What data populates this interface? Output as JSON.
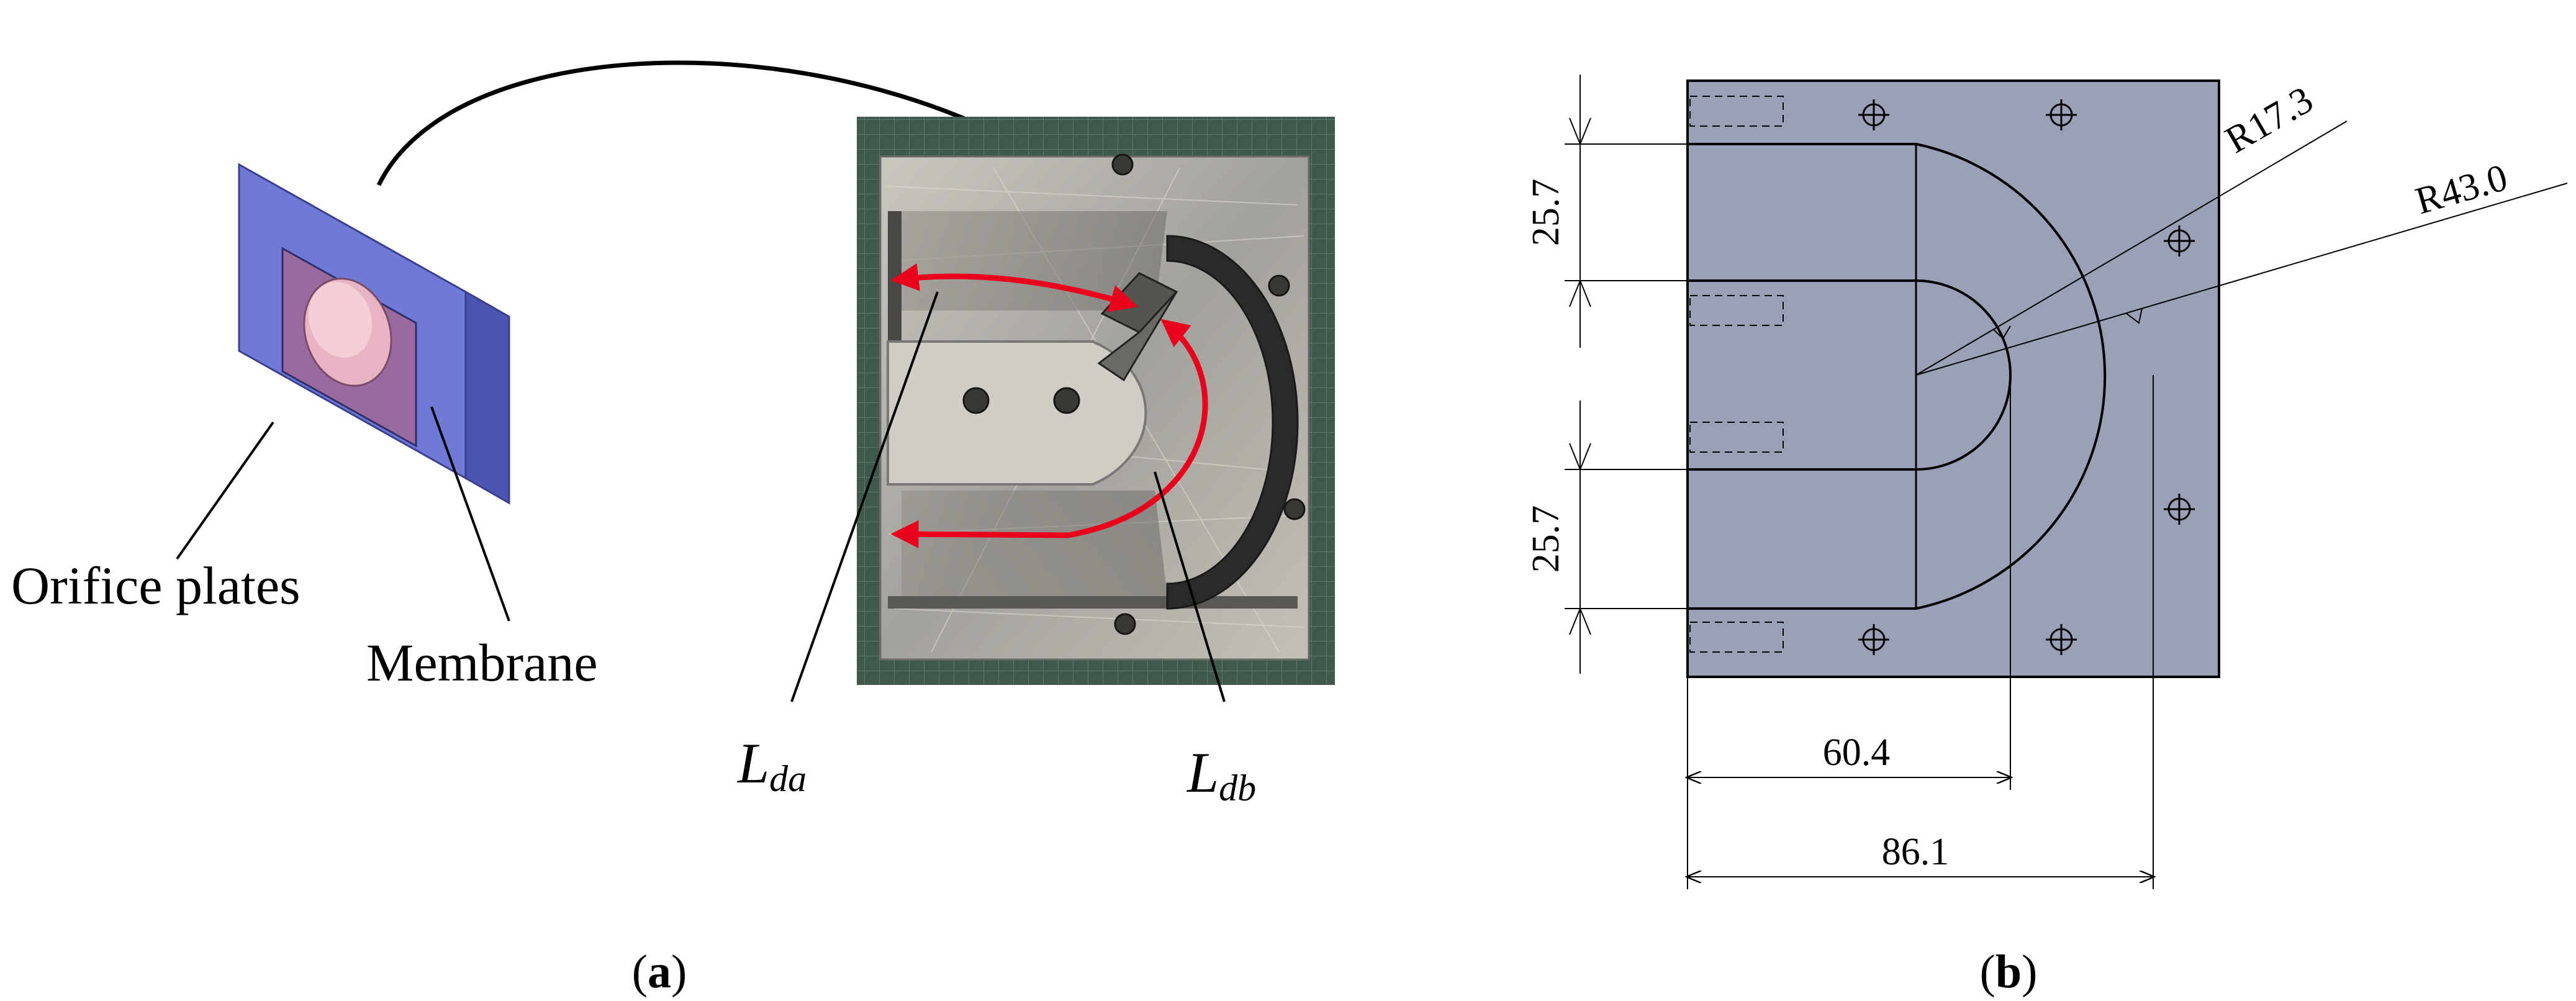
{
  "panel_a": {
    "caption_open": "(",
    "caption_letter": "a",
    "caption_close": ")",
    "label_orifice_plates": "Orifice plates",
    "label_membrane": "Membrane",
    "label_lda_main": "L",
    "label_lda_sub": "da",
    "label_ldb_main": "L",
    "label_ldb_sub": "db"
  },
  "panel_b": {
    "caption_open": "(",
    "caption_letter": "b",
    "caption_close": ")",
    "dim_upper_height": "25.7",
    "dim_lower_height": "25.7",
    "dim_inner_width": "60.4",
    "dim_outer_width": "86.1",
    "radius_inner": "R17.3",
    "radius_outer": "R43.0"
  },
  "colors": {
    "plate_blue": "#6f79d6",
    "membrane_pink": "#e8b4c4",
    "drawing_fill": "#9aa0b5",
    "arrow_red": "#e8001c",
    "photo_steel": "#a8a6a0"
  }
}
